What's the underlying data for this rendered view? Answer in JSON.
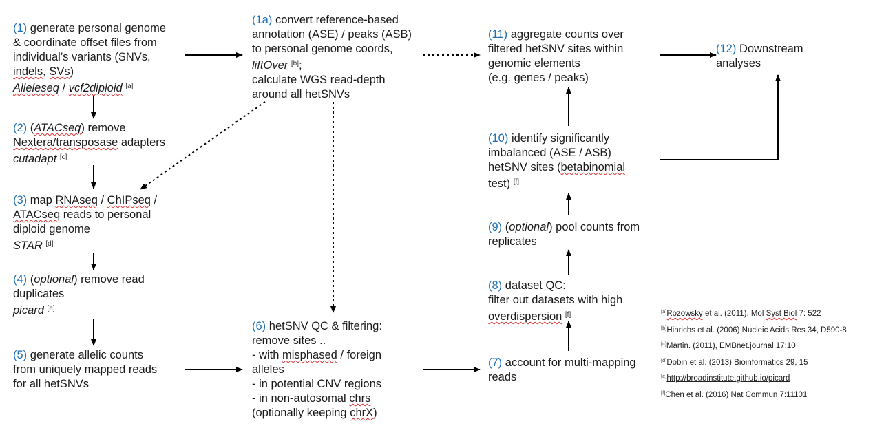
{
  "nodes": {
    "n1": {
      "num": "(1)",
      "l1": "generate personal genome",
      "l2": "& coordinate offset files from",
      "l3": "individual’s variants (SNVs,",
      "l4a": "indels",
      "l4b": ",",
      "l4c": "SVs",
      "l4d": ")",
      "tool1": "Alleleseq",
      "sep": " / ",
      "tool2": "vcf2diploid",
      "ref": "[a]"
    },
    "n1a": {
      "num": "(1a)",
      "l1": "convert reference-based",
      "l2": "annotation (ASE) / peaks (ASB)",
      "l3": "to personal genome coords,",
      "tool": "liftOver",
      "ref": "[b]",
      "semi": ";",
      "l5": "calculate WGS read-depth",
      "l6": "around all hetSNVs"
    },
    "n2": {
      "num": "(2)",
      "open": "(",
      "w1": "ATACseq",
      "rest": ") remove",
      "l2a": "Nextera/transposase",
      "l2b": " adapters",
      "tool": "cutadapt",
      "ref": "[c]"
    },
    "n3": {
      "num": "(3)",
      "pre": "map ",
      "w1": "RNAseq",
      "mid": " / ",
      "w2": "ChIPseq",
      "post": " /",
      "w3": "ATACseq",
      "l2b": " reads to personal",
      "l3": "diploid genome",
      "tool": "STAR",
      "ref": "[d]"
    },
    "n4": {
      "num": "(4)",
      "open": "(",
      "opt": "optional",
      "rest": ") remove read",
      "l2": "duplicates",
      "tool": "picard",
      "ref": "[e]"
    },
    "n5": {
      "num": "(5)",
      "l1": "generate allelic counts",
      "l2": "from uniquely mapped reads",
      "l3": "for all hetSNVs"
    },
    "n6": {
      "num": "(6)",
      "l1": "hetSNV QC & filtering:",
      "l2": "remove sites ..",
      "l3a": "- with ",
      "l3b": "misphased",
      "l3c": " / foreign",
      "l4": "alleles",
      "l5": "- in potential CNV regions",
      "l6a": "- in non-autosomal ",
      "l6b": "chrs",
      "l7a": "(optionally keeping ",
      "l7b": "chrX",
      "l7c": ")"
    },
    "n7": {
      "num": "(7)",
      "l1": "account for multi-mapping",
      "l2": "reads"
    },
    "n8": {
      "num": "(8)",
      "l1": "dataset QC:",
      "l2": "filter out datasets with high",
      "l3": "overdispersion",
      "ref": "[f]"
    },
    "n9": {
      "num": "(9)",
      "open": "(",
      "opt": "optional",
      "rest": ") pool counts from",
      "l2": "replicates"
    },
    "n10": {
      "num": "(10)",
      "l1": "identify significantly",
      "l2": "imbalanced (ASE / ASB)",
      "l3a": "hetSNV sites (",
      "l3b": "betabinomial",
      "l4": "test)",
      "ref": "[f]"
    },
    "n11": {
      "num": "(11)",
      "l1": "aggregate counts over",
      "l2": "filtered hetSNV sites within",
      "l3": "genomic elements",
      "l4": "(e.g. genes / peaks)"
    },
    "n12": {
      "num": "(12)",
      "l1": "Downstream",
      "l2": "analyses"
    }
  },
  "references": [
    {
      "tag": "[a]",
      "pre": "",
      "u": "Rozowsky",
      "mid": " et al. (2011), Mol ",
      "u2": "Syst Biol",
      "post": " 7: 522"
    },
    {
      "tag": "[b]",
      "pre": "Hinrichs et al. (2006) Nucleic Acids Res 34, D590-8",
      "u": "",
      "mid": "",
      "u2": "",
      "post": ""
    },
    {
      "tag": "[c]",
      "pre": "Martin. (2011), EMBnet.journal 17:10",
      "u": "",
      "mid": "",
      "u2": "",
      "post": ""
    },
    {
      "tag": "[d]",
      "pre": "Dobin et al. (2013) Bioinformatics 29, 15",
      "u": "",
      "mid": "",
      "u2": "",
      "post": ""
    },
    {
      "tag": "[e]",
      "link": "http://broadinstitute.github.io/picard"
    },
    {
      "tag": "[f]",
      "pre": "Chen et al. (2016) Nat Commun 7:11101",
      "u": "",
      "mid": "",
      "u2": "",
      "post": ""
    }
  ],
  "colors": {
    "step_number": "#1f6fb5",
    "text": "#1a1a1a",
    "arrow": "#000000",
    "spellcheck": "#e03030"
  }
}
